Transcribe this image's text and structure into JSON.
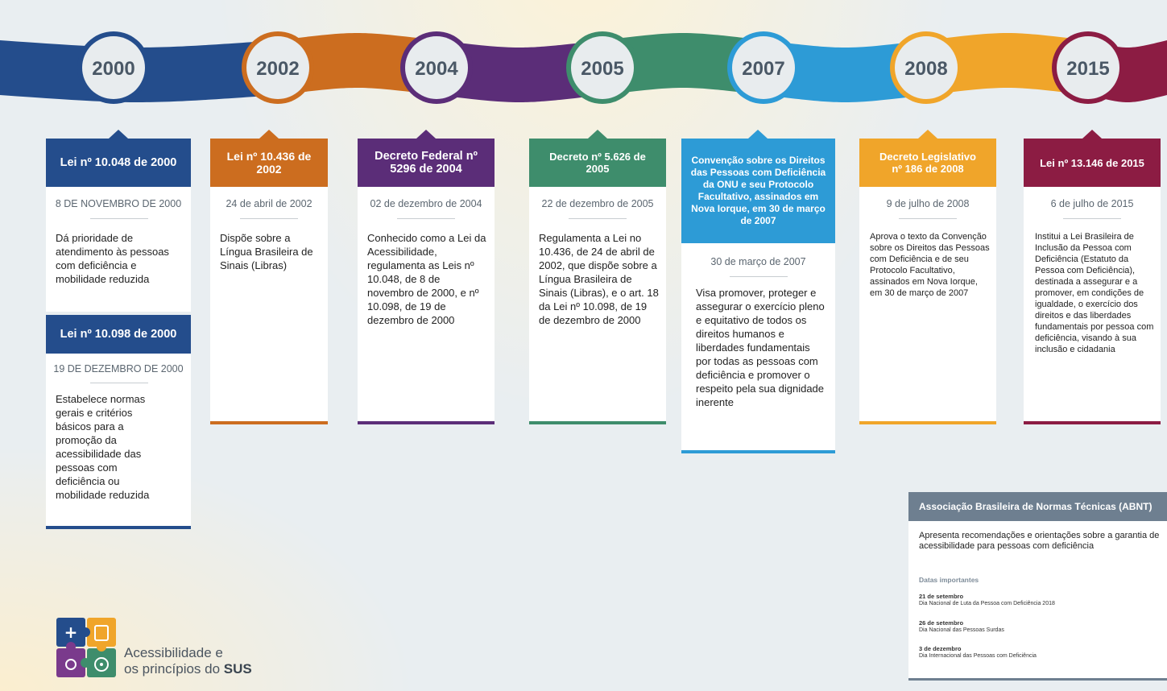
{
  "timeline": {
    "years": [
      {
        "label": "2000",
        "color": "#244d8c"
      },
      {
        "label": "2002",
        "color": "#cc6d1f"
      },
      {
        "label": "2004",
        "color": "#5b2d78"
      },
      {
        "label": "2005",
        "color": "#3e8d6c"
      },
      {
        "label": "2007",
        "color": "#2d9bd6"
      },
      {
        "label": "2008",
        "color": "#f0a52a"
      },
      {
        "label": "2015",
        "color": "#8c1c43"
      }
    ]
  },
  "cards": [
    {
      "title": "Lei nº 10.048 de 2000",
      "date": "8 DE NOVEMBRO DE 2000",
      "text": "Dá prioridade de atendimento às pessoas com deficiência e mobilidade reduzida",
      "color": "#244d8c"
    },
    {
      "title": "Lei nº 10.098 de 2000",
      "date": "19 DE DEZEMBRO DE 2000",
      "text": "Estabelece normas gerais e critérios básicos para a promoção da acessibilidade das pessoas com deficiência ou mobilidade reduzida",
      "color": "#244d8c"
    },
    {
      "title": "Lei nº 10.436 de 2002",
      "date": "24 de abril de 2002",
      "text": "Dispõe sobre a Língua Brasileira de Sinais (Libras)",
      "color": "#cc6d1f"
    },
    {
      "title": "Decreto Federal nº 5296 de 2004",
      "date": "02 de dezembro de 2004",
      "text": "Conhecido como a Lei da Acessibilidade, regulamenta as Leis nº 10.048, de 8 de novembro de 2000, e nº 10.098, de 19 de dezembro de 2000",
      "color": "#5b2d78"
    },
    {
      "title": "Decreto nº 5.626 de 2005",
      "date": "22 de dezembro de 2005",
      "text": "Regulamenta a Lei no 10.436, de 24 de abril de 2002, que dispõe sobre a Língua Brasileira de Sinais (Libras), e o art. 18 da Lei nº 10.098, de 19 de dezembro de 2000",
      "color": "#3e8d6c"
    },
    {
      "title": "Convenção sobre os Direitos das Pessoas com Deficiência da ONU e seu Protocolo Facultativo, assinados em Nova Iorque, em 30 de março de 2007",
      "date": "30 de março de 2007",
      "text": "Visa promover, proteger e assegurar o exercício pleno e equitativo de todos os direitos humanos e liberdades fundamentais por todas as pessoas com deficiência e promover o respeito pela sua dignidade inerente",
      "color": "#2d9bd6"
    },
    {
      "title": "Decreto Legislativo nº 186 de 2008",
      "date": "9 de julho de 2008",
      "text": "Aprova o texto da Convenção sobre os Direitos das Pessoas com Deficiência e de seu Protocolo Facultativo, assinados em Nova Iorque, em 30 de março de 2007",
      "color": "#f0a52a"
    },
    {
      "title": "Lei nº 13.146 de 2015",
      "date": "6 de julho de 2015",
      "text": "Institui a Lei Brasileira de Inclusão da Pessoa com Deficiência (Estatuto da Pessoa com Deficiência), destinada a assegurar e a promover, em condições de igualdade, o exercício dos direitos e das liberdades fundamentais por pessoa com deficiência, visando à sua inclusão e cidadania",
      "color": "#8c1c43"
    }
  ],
  "abnt": {
    "title": "Associação Brasileira de Normas Técnicas (ABNT)",
    "description": "Apresenta recomendações e orientações sobre a garantia de acessibilidade para pessoas com deficiência",
    "subtitle": "Datas importantes",
    "events": [
      {
        "date": "21 de setembro",
        "name": "Dia Nacional de Luta da Pessoa com Deficiência 2018"
      },
      {
        "date": "26 de setembro",
        "name": "Dia Nacional das Pessoas Surdas"
      },
      {
        "date": "3 de dezembro",
        "name": "Dia Internacional das Pessoas com Deficiência"
      }
    ]
  },
  "logo": {
    "line1": "Acessibilidade e",
    "line2_prefix": "os princípios do ",
    "line2_bold": "SUS"
  }
}
